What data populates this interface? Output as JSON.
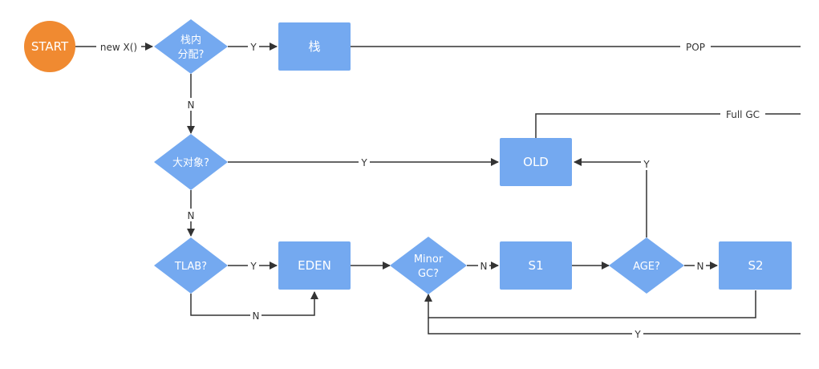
{
  "colors": {
    "node_fill": "#74a9f0",
    "start_fill": "#f08a31",
    "edge": "#333333",
    "background": "#ffffff"
  },
  "nodes": {
    "start": "START",
    "stack_decision_line1": "栈内",
    "stack_decision_line2": "分配?",
    "stack": "栈",
    "large_object": "大对象?",
    "tlab": "TLAB?",
    "eden": "EDEN",
    "minor_gc_line1": "Minor",
    "minor_gc_line2": "GC?",
    "s1": "S1",
    "age": "AGE?",
    "s2": "S2",
    "old": "OLD"
  },
  "edges": {
    "new_x": "new X()",
    "stack_yes": "Y",
    "pop": "POP",
    "stack_no": "N",
    "large_yes": "Y",
    "large_no": "N",
    "tlab_yes": "Y",
    "tlab_no": "N",
    "minor_no": "N",
    "age_no": "N",
    "age_yes": "Y",
    "full_gc": "Full GC",
    "s2_yes": "Y"
  }
}
